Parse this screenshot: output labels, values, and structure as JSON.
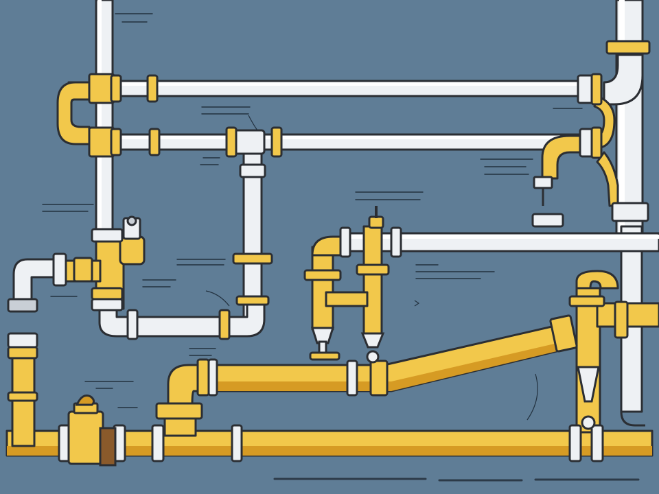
{
  "diagram": {
    "background_color": "#5f7d96",
    "colors": {
      "pipe_white": "#eef1f4",
      "pipe_white_shadow": "#b9c3cc",
      "pipe_yellow": "#f2c84b",
      "pipe_yellow_shadow": "#d69b24",
      "outline": "#2b2e33",
      "coupling_gray": "#c9cfd6",
      "label_ink": "#22313f"
    },
    "components": [
      "white-supply-pipe",
      "yellow-gas-pipe",
      "pipe-coupling",
      "gate-valve",
      "elbow-fitting",
      "tee-fitting",
      "drain-spout"
    ]
  }
}
